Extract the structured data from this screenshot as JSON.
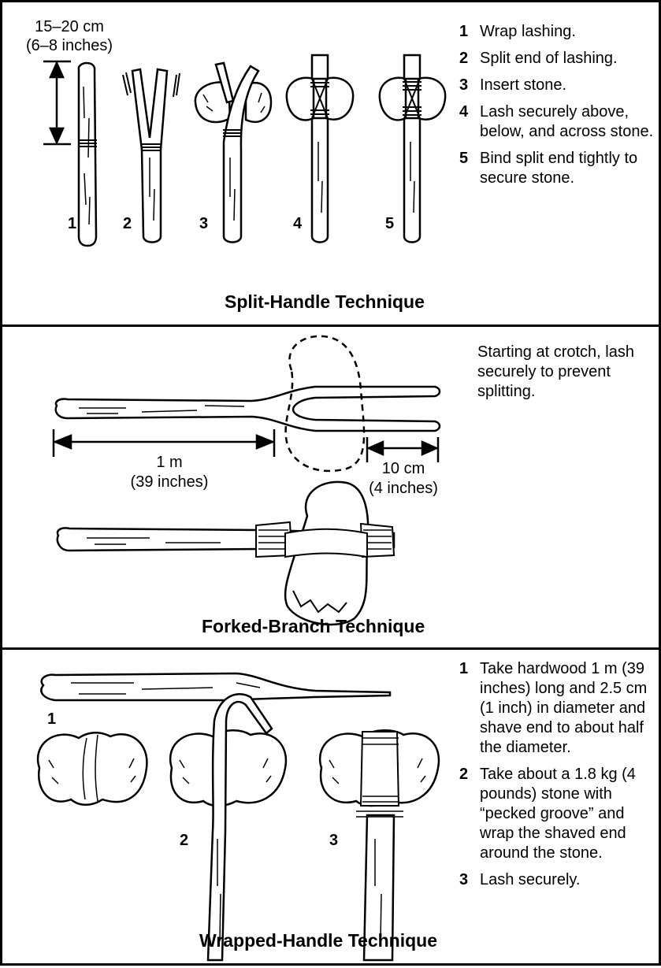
{
  "split_handle": {
    "title": "Split-Handle Technique",
    "dimension_line1": "15–20 cm",
    "dimension_line2": "(6–8 inches)",
    "figure_numbers": [
      "1",
      "2",
      "3",
      "4",
      "5"
    ],
    "steps": [
      {
        "num": "1",
        "text": "Wrap lashing."
      },
      {
        "num": "2",
        "text": "Split end of lashing."
      },
      {
        "num": "3",
        "text": "Insert stone."
      },
      {
        "num": "4",
        "text": "Lash securely above, below, and across stone."
      },
      {
        "num": "5",
        "text": "Bind split end tightly to secure stone."
      }
    ]
  },
  "forked_branch": {
    "title": "Forked-Branch Technique",
    "note": "Starting at crotch, lash securely to prevent splitting.",
    "length_line1": "1 m",
    "length_line2": "(39 inches)",
    "fork_line1": "10 cm",
    "fork_line2": "(4 inches)"
  },
  "wrapped_handle": {
    "title": "Wrapped-Handle Technique",
    "figure_numbers": [
      "1",
      "2",
      "3"
    ],
    "steps": [
      {
        "num": "1",
        "text": "Take hardwood 1 m (39 inches) long and 2.5 cm (1 inch) in diameter and shave end to about half the diameter."
      },
      {
        "num": "2",
        "text": "Take about a 1.8 kg (4 pounds) stone with “pecked groove” and wrap the shaved end around the stone."
      },
      {
        "num": "3",
        "text": "Lash securely."
      }
    ]
  }
}
